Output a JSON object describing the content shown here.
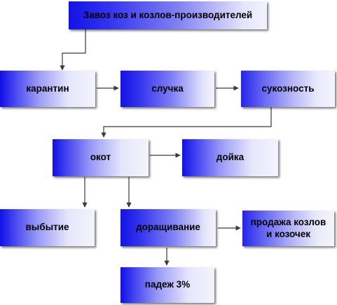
{
  "nodes": {
    "import": "Завоз коз и козлов-производителей",
    "quarantine": "карантин",
    "mating": "случка",
    "pregnancy": "сукозность",
    "kidding": "окот",
    "milking": "дойка",
    "culling": "выбытие",
    "rearing": "доращивание",
    "sale": "продажа козлов и козочек",
    "mortality": "падеж 3%"
  }
}
